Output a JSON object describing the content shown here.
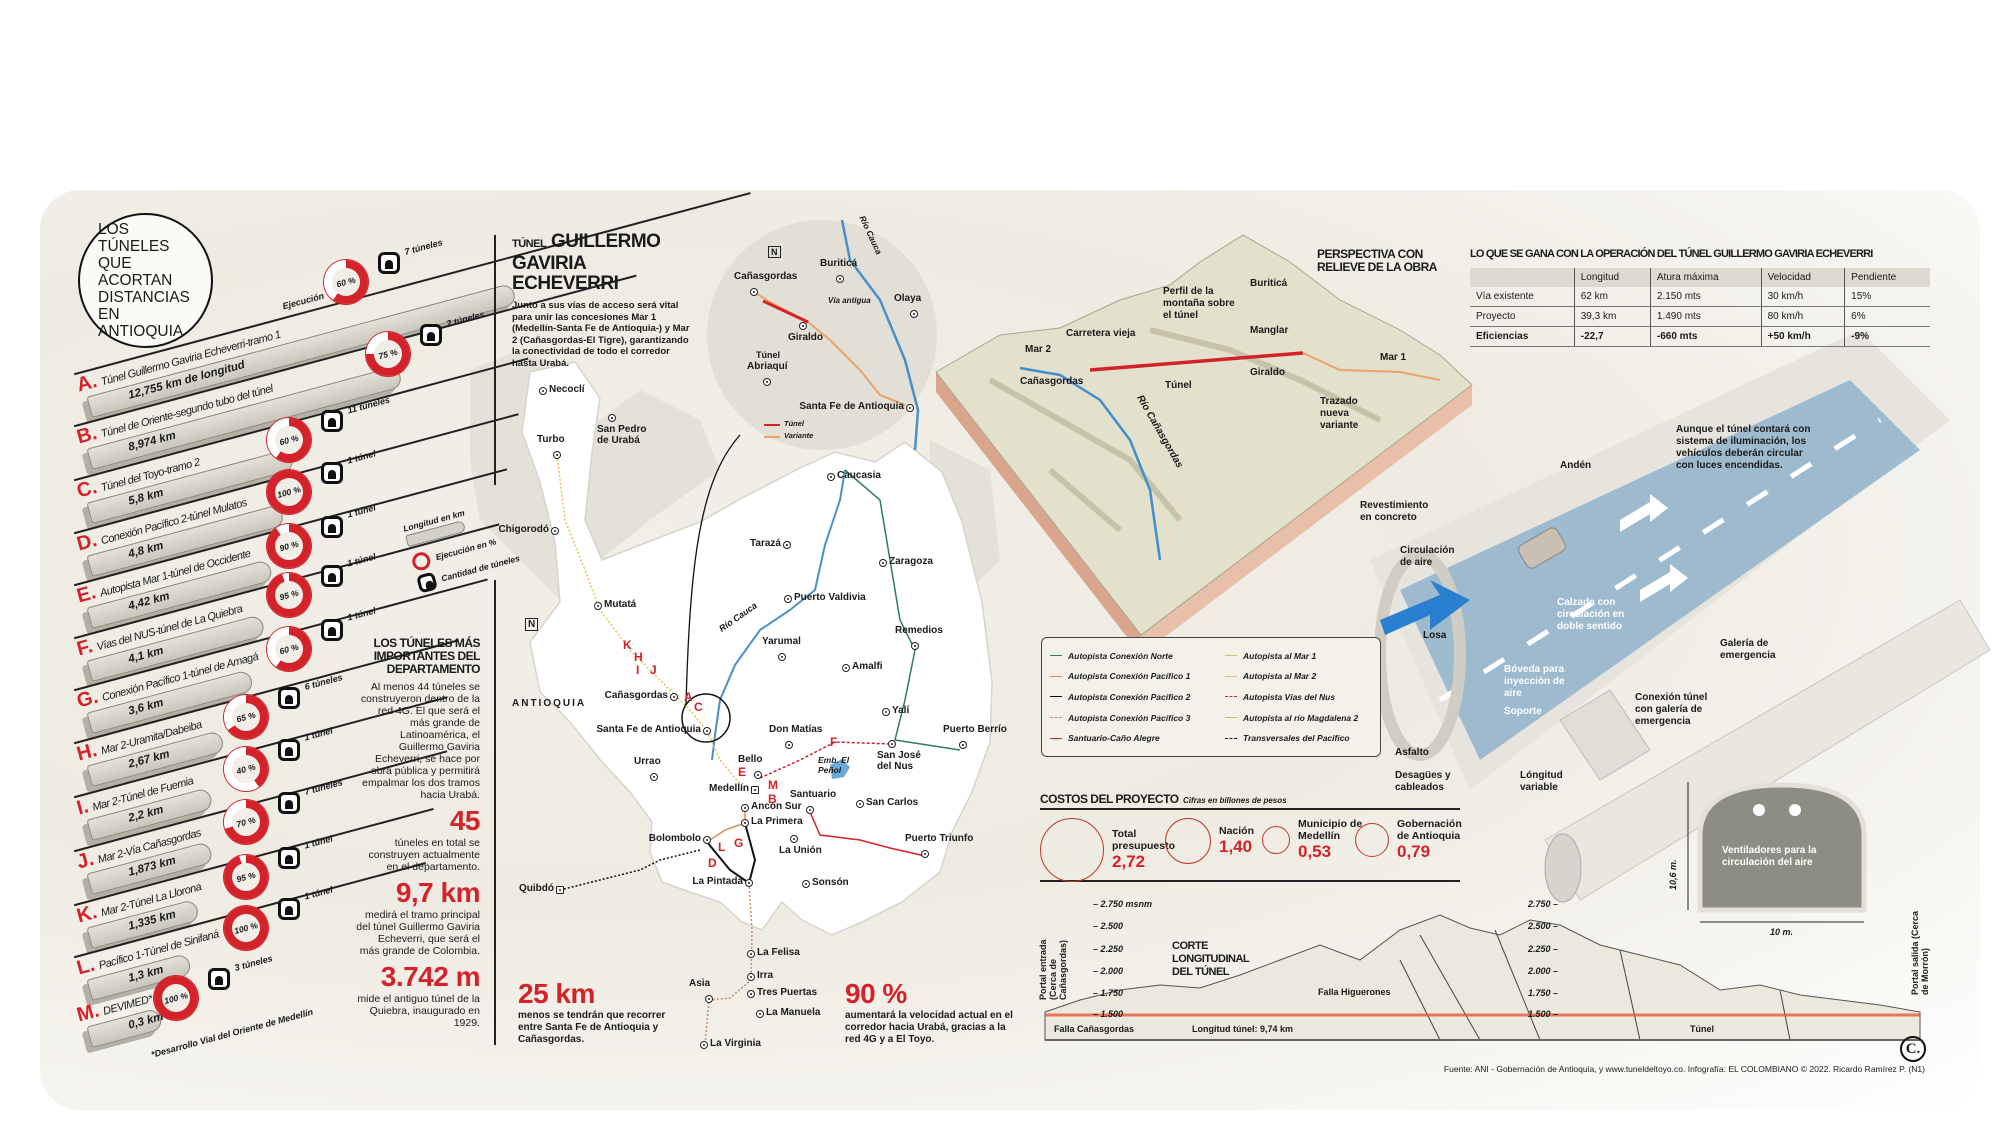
{
  "title_circle": "LOS TÚNELES QUE ACORTAN DISTANCIAS EN ANTIOQUIA",
  "execution_label": "Ejecución",
  "tunnels": [
    {
      "letter": "A.",
      "name": "Túnel Guillermo Gaviria Echeverri-tramo 1",
      "length": "12,755 km de longitud",
      "execution_pct": 60,
      "execution_label": "60 %",
      "count": "7 túneles"
    },
    {
      "letter": "B.",
      "name": "Túnel de Oriente-segundo tubo del túnel",
      "length": "8,974 km",
      "execution_pct": 75,
      "execution_label": "75 %",
      "count": "2 túneles"
    },
    {
      "letter": "C.",
      "name": "Túnel del Toyo-tramo 2",
      "length": "5,8 km",
      "execution_pct": 60,
      "execution_label": "60 %",
      "count": "11 túneles"
    },
    {
      "letter": "D.",
      "name": "Conexión Pacífico 2-túnel Mulatos",
      "length": "4,8 km",
      "execution_pct": 100,
      "execution_label": "100 %",
      "count": "1 túnel"
    },
    {
      "letter": "E.",
      "name": "Autopista Mar 1-túnel de Occidente",
      "length": "4,42 km",
      "execution_pct": 90,
      "execution_label": "90 %",
      "count": "1 túnel"
    },
    {
      "letter": "F.",
      "name": "Vías del NUS-túnel de La Quiebra",
      "length": "4,1 km",
      "execution_pct": 95,
      "execution_label": "95 %",
      "count": "1 túnel"
    },
    {
      "letter": "G.",
      "name": "Conexión Pacífico 1-túnel de Amagá",
      "length": "3,6 km",
      "execution_pct": 60,
      "execution_label": "60 %",
      "count": "1 túnel"
    },
    {
      "letter": "H.",
      "name": "Mar 2-Uramita/Dabeiba",
      "length": "2,67 km",
      "execution_pct": 65,
      "execution_label": "65 %",
      "count": "6 túneles"
    },
    {
      "letter": "I.",
      "name": "Mar 2-Túnel de Fuemia",
      "length": "2,2 km",
      "execution_pct": 40,
      "execution_label": "40 %",
      "count": "1 túnel"
    },
    {
      "letter": "J.",
      "name": "Mar 2-Vía Cañasgordas",
      "length": "1,873 km",
      "execution_pct": 70,
      "execution_label": "70 %",
      "count": "7 túneles"
    },
    {
      "letter": "K.",
      "name": "Mar 2-Túnel La Llorona",
      "length": "1,335 km",
      "execution_pct": 95,
      "execution_label": "95 %",
      "count": "1 túnel"
    },
    {
      "letter": "L.",
      "name": "Pacífico 1-Túnel de Sinifaná",
      "length": "1,3 km",
      "execution_pct": 100,
      "execution_label": "100 %",
      "count": "1 túnel"
    },
    {
      "letter": "M.",
      "name": "DEVIMED*",
      "length": "0,3 km",
      "execution_pct": 100,
      "execution_label": "100 %",
      "count": "3 túneles"
    }
  ],
  "left_legend": {
    "length": "Longitud en km",
    "execution": "Ejecución en %",
    "count": "Cantidad de túneles"
  },
  "footnote": "*Desarrollo Vial del Oriente de Medellín",
  "important": {
    "heading": "LOS TÚNELES MÁS IMPORTANTES DEL DEPARTAMENTO",
    "body": "Al menos 44 túneles se construyeron dentro de la red 4G. El que será el más grande de Latinoamérica, el Guillermo Gaviria Echeverri, se hace por obra pública y permitirá empalmar los dos tramos hacia Urabá.",
    "stat1_value": "45",
    "stat1_text": "túneles en total se construyen actualmente en el departamento.",
    "stat2_value": "9,7 km",
    "stat2_text": "medirá el tramo principal del túnel Guillermo Gaviria Echeverri, que será el más grande de Colombia.",
    "stat3_value": "3.742 m",
    "stat3_text": "mide el antiguo túnel de la Quiebra, inaugurado en 1929."
  },
  "stat4_value": "25 km",
  "stat4_text": "menos se tendrán que recorrer entre Santa Fe de Antioquia y Cañasgordas.",
  "stat5_value": "90 %",
  "stat5_text": "aumentará la velocidad actual en el corredor hacia Urabá, gracias a la red 4G y a El Toyo.",
  "main": {
    "kicker": "TÚNEL",
    "title": "GUILLERMO GAVIRIA ECHEVERRI",
    "body": "Junto a sus vías de acceso será vital para unir las concesiones Mar 1 (Medellín-Santa Fe de Antioquia-) y Mar 2 (Cañasgordas-El Tigre), garantizando la conectividad de todo el corredor hasta Urabá."
  },
  "inset": {
    "north": "N",
    "cities": [
      "Cañasgordas",
      "Buriticá",
      "Olaya",
      "Giraldo",
      "Abriaquí",
      "Santa Fe de Antioquia"
    ],
    "via_antigua": "Vía antigua",
    "tunel": "Túnel",
    "river": "Río Cauca",
    "legend_tunnel": "Túnel",
    "legend_variant": "Variante"
  },
  "map": {
    "north": "N",
    "region": "ANTIOQUIA",
    "river": "Río Cauca",
    "reservoir": "Emb. El Peñol",
    "cities": [
      "Necoclí",
      "Turbo",
      "San Pedro de Urabá",
      "Chigorodó",
      "Caucasia",
      "Tarazá",
      "Zaragoza",
      "Mutatá",
      "Puerto Valdivia",
      "Remedios",
      "Yarumal",
      "Amalfi",
      "Cañasgordas",
      "Yalí",
      "Santa Fe de Antioquia",
      "Don Matías",
      "Puerto Berrío",
      "San José del Nus",
      "Urrao",
      "Bello",
      "Medellín",
      "Ancón Sur",
      "Santuario",
      "San Carlos",
      "La Primera",
      "Bolombolo",
      "La Unión",
      "Puerto Triunfo",
      "La Pintada",
      "Sonsón",
      "Quibdó",
      "La Felisa",
      "Irra",
      "Tres Puertas",
      "Asia",
      "La Manuela",
      "La Virginia"
    ],
    "route_letters": [
      "K",
      "H",
      "I",
      "J",
      "A",
      "C",
      "E",
      "M",
      "B",
      "F",
      "L",
      "G",
      "D"
    ]
  },
  "relief": {
    "title": "PERSPECTIVA CON RELIEVE DE LA OBRA",
    "labels": {
      "mar2": "Mar 2",
      "canasgordas": "Cañasgordas",
      "carretera": "Carretera vieja",
      "perfil": "Perfil de la montaña sobre el túnel",
      "tunel": "Túnel",
      "buritica": "Buriticá",
      "manglar": "Manglar",
      "giraldo": "Giraldo",
      "mar1": "Mar 1",
      "trazado": "Trazado nueva variante",
      "rio": "Río Cañasgordas"
    }
  },
  "road_legend": [
    {
      "label": "Autopista Conexión Norte",
      "color": "#2e7d5b",
      "dash": false
    },
    {
      "label": "Autopista al Mar 1",
      "color": "#d9c25a",
      "dash": false
    },
    {
      "label": "Autopista Conexión Pacífico 1",
      "color": "#e08a5a",
      "dash": false
    },
    {
      "label": "Autopista al Mar 2",
      "color": "#e3c35a",
      "dash": false
    },
    {
      "label": "Autopista Conexión Pacífico 2",
      "color": "#111111",
      "dash": false
    },
    {
      "label": "Autopista Vías del Nus",
      "color": "#d3222a",
      "dash": true
    },
    {
      "label": "Autopista Conexión Pacífico 3",
      "color": "#c88a6a",
      "dash": true
    },
    {
      "label": "Autopista al río Magdalena 2",
      "color": "#b9c45a",
      "dash": false
    },
    {
      "label": "Santuario-Caño Alegre",
      "color": "#d3222a",
      "dash": false
    },
    {
      "label": "Transversales del Pacífico",
      "color": "#111111",
      "dash": true
    }
  ],
  "costs": {
    "title": "COSTOS DEL PROYECTO",
    "subtitle": "Cifras en billones de pesos",
    "items": [
      {
        "label": "Total presupuesto",
        "value": "2,72",
        "amount": 2.72
      },
      {
        "label": "Nación",
        "value": "1,40",
        "amount": 1.4
      },
      {
        "label": "Municipio de Medellín",
        "value": "0,53",
        "amount": 0.53
      },
      {
        "label": "Gobernación de Antioquia",
        "value": "0,79",
        "amount": 0.79
      }
    ]
  },
  "gain_table": {
    "title": "LO QUE SE GANA CON LA OPERACIÓN DEL TÚNEL GUILLERMO GAVIRIA ECHEVERRI",
    "headers": [
      "",
      "Longitud",
      "Atura máxima",
      "Velocidad",
      "Pendiente"
    ],
    "rows": [
      [
        "Vía existente",
        "62 km",
        "2.150 mts",
        "30 km/h",
        "15%"
      ],
      [
        "Proyecto",
        "39,3 km",
        "1.490 mts",
        "80 km/h",
        "6%"
      ],
      [
        "Eficiencias",
        "-22,7",
        "-660 mts",
        "+50 km/h",
        "-9%"
      ]
    ]
  },
  "tunnel_diagram": {
    "note": "Aunque el túnel contará con sistema de iluminación, los vehículos deberán circular con luces encendidas.",
    "anden": "Andén",
    "revestimiento": "Revestimiento en concreto",
    "circulacion": "Circulación de aire",
    "losa": "Losa",
    "calzada": "Calzada con circulación en doble sentido",
    "boveda": "Bóveda para inyección de aire",
    "soporte": "Soporte",
    "asfalto": "Asfalto",
    "desagues": "Desagües y cableados",
    "longitud": "Lóngitud variable",
    "conexion": "Conexión túnel con galería de emergencia",
    "galeria": "Galería de emergencia",
    "ventiladores": "Ventiladores para la circulación del aire",
    "height": "10,6 m.",
    "width": "10 m."
  },
  "profile": {
    "title": "CORTE LONGITUDINAL DEL TÚNEL",
    "left_ticks": [
      "2.750 msnm",
      "2.500",
      "2.250",
      "2.000",
      "1.750",
      "1.500"
    ],
    "right_ticks": [
      "2.750",
      "2.500",
      "2.250",
      "2.000",
      "1.750",
      "1.500"
    ],
    "portal_in": "Portal entrada (Cerca de Cañasgordas)",
    "portal_out": "Portal salida (Cerca de Morrón)",
    "falla1": "Falla Cañasgordas",
    "falla2": "Falla Higuerones",
    "length": "Longitud túnel: 9,74 km",
    "tunel": "Túnel"
  },
  "logo": "C.",
  "source": "Fuente: ANI - Gobernación de Antioquia, y www.tuneldeltoyo.co. Infografía: EL COLOMBIANO © 2022. Ricardo Ramírez P. (N1)",
  "colors": {
    "accent": "#d3222a",
    "river": "#4a90c8",
    "paper": "#f1efe8"
  }
}
